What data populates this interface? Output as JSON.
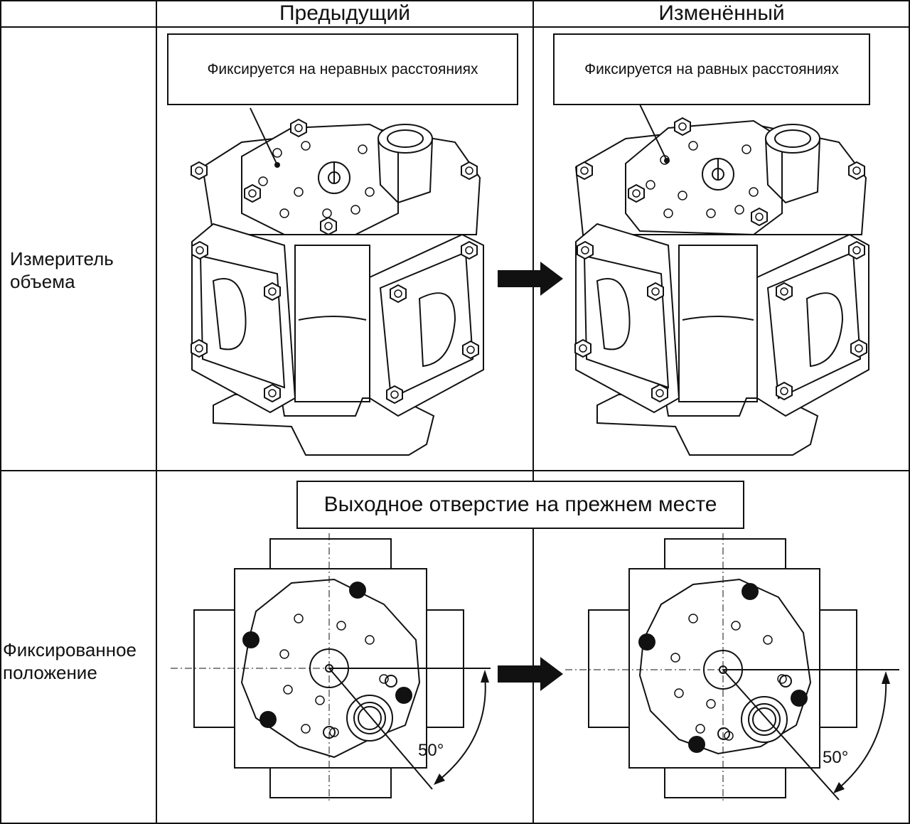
{
  "headers": {
    "previous": "Предыдущий",
    "changed": "Изменённый"
  },
  "rows": [
    {
      "label": "Измеритель объема"
    },
    {
      "label": "Фиксированное положение"
    }
  ],
  "callouts": {
    "unequal": "Фиксируется на неравных расстояниях",
    "equal": "Фиксируется на равных расстояниях",
    "outlet": "Выходное отверстие на прежнем месте"
  },
  "angles": {
    "left": "50°",
    "right": "50°"
  },
  "colors": {
    "line": "#111111",
    "background": "#ffffff"
  }
}
